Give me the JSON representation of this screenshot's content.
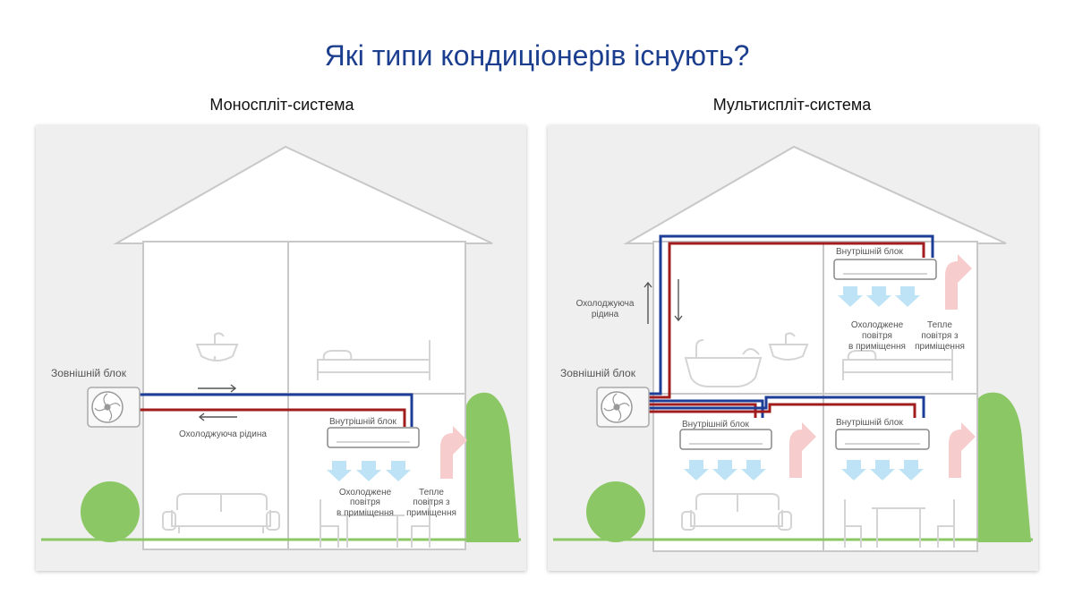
{
  "title": "Які типи кондиціонерів існують?",
  "mono": {
    "title": "Моноспліт-система",
    "outdoor_label": "Зовнішній блок",
    "indoor_label": "Внутрішній блок",
    "refrigerant_label": "Охолоджуюча рідина",
    "cool_air": [
      "Охолоджене",
      "повітря",
      "в приміщення"
    ],
    "warm_air": [
      "Тепле",
      "повітря з",
      "приміщення"
    ]
  },
  "multi": {
    "title": "Мультиспліт-система",
    "outdoor_label": "Зовнішній блок",
    "refrigerant_label": [
      "Охолоджуюча",
      "рідина"
    ],
    "indoor_top": "Внутрішній блок",
    "indoor_left": "Внутрішній блок",
    "indoor_right": "Внутрішній блок",
    "cool_air": [
      "Охолоджене",
      "повітря",
      "в приміщення"
    ],
    "warm_air": [
      "Тепле",
      "повітря з",
      "приміщення"
    ]
  },
  "colors": {
    "title": "#1b3e8f",
    "pipe_blue": "#1e3d96",
    "pipe_red": "#a11d1d",
    "cool_arrow": "#bfe3f6",
    "warm_arrow": "#f7cccc",
    "bush": "#8cc765",
    "panel_bg": "#efefef"
  }
}
